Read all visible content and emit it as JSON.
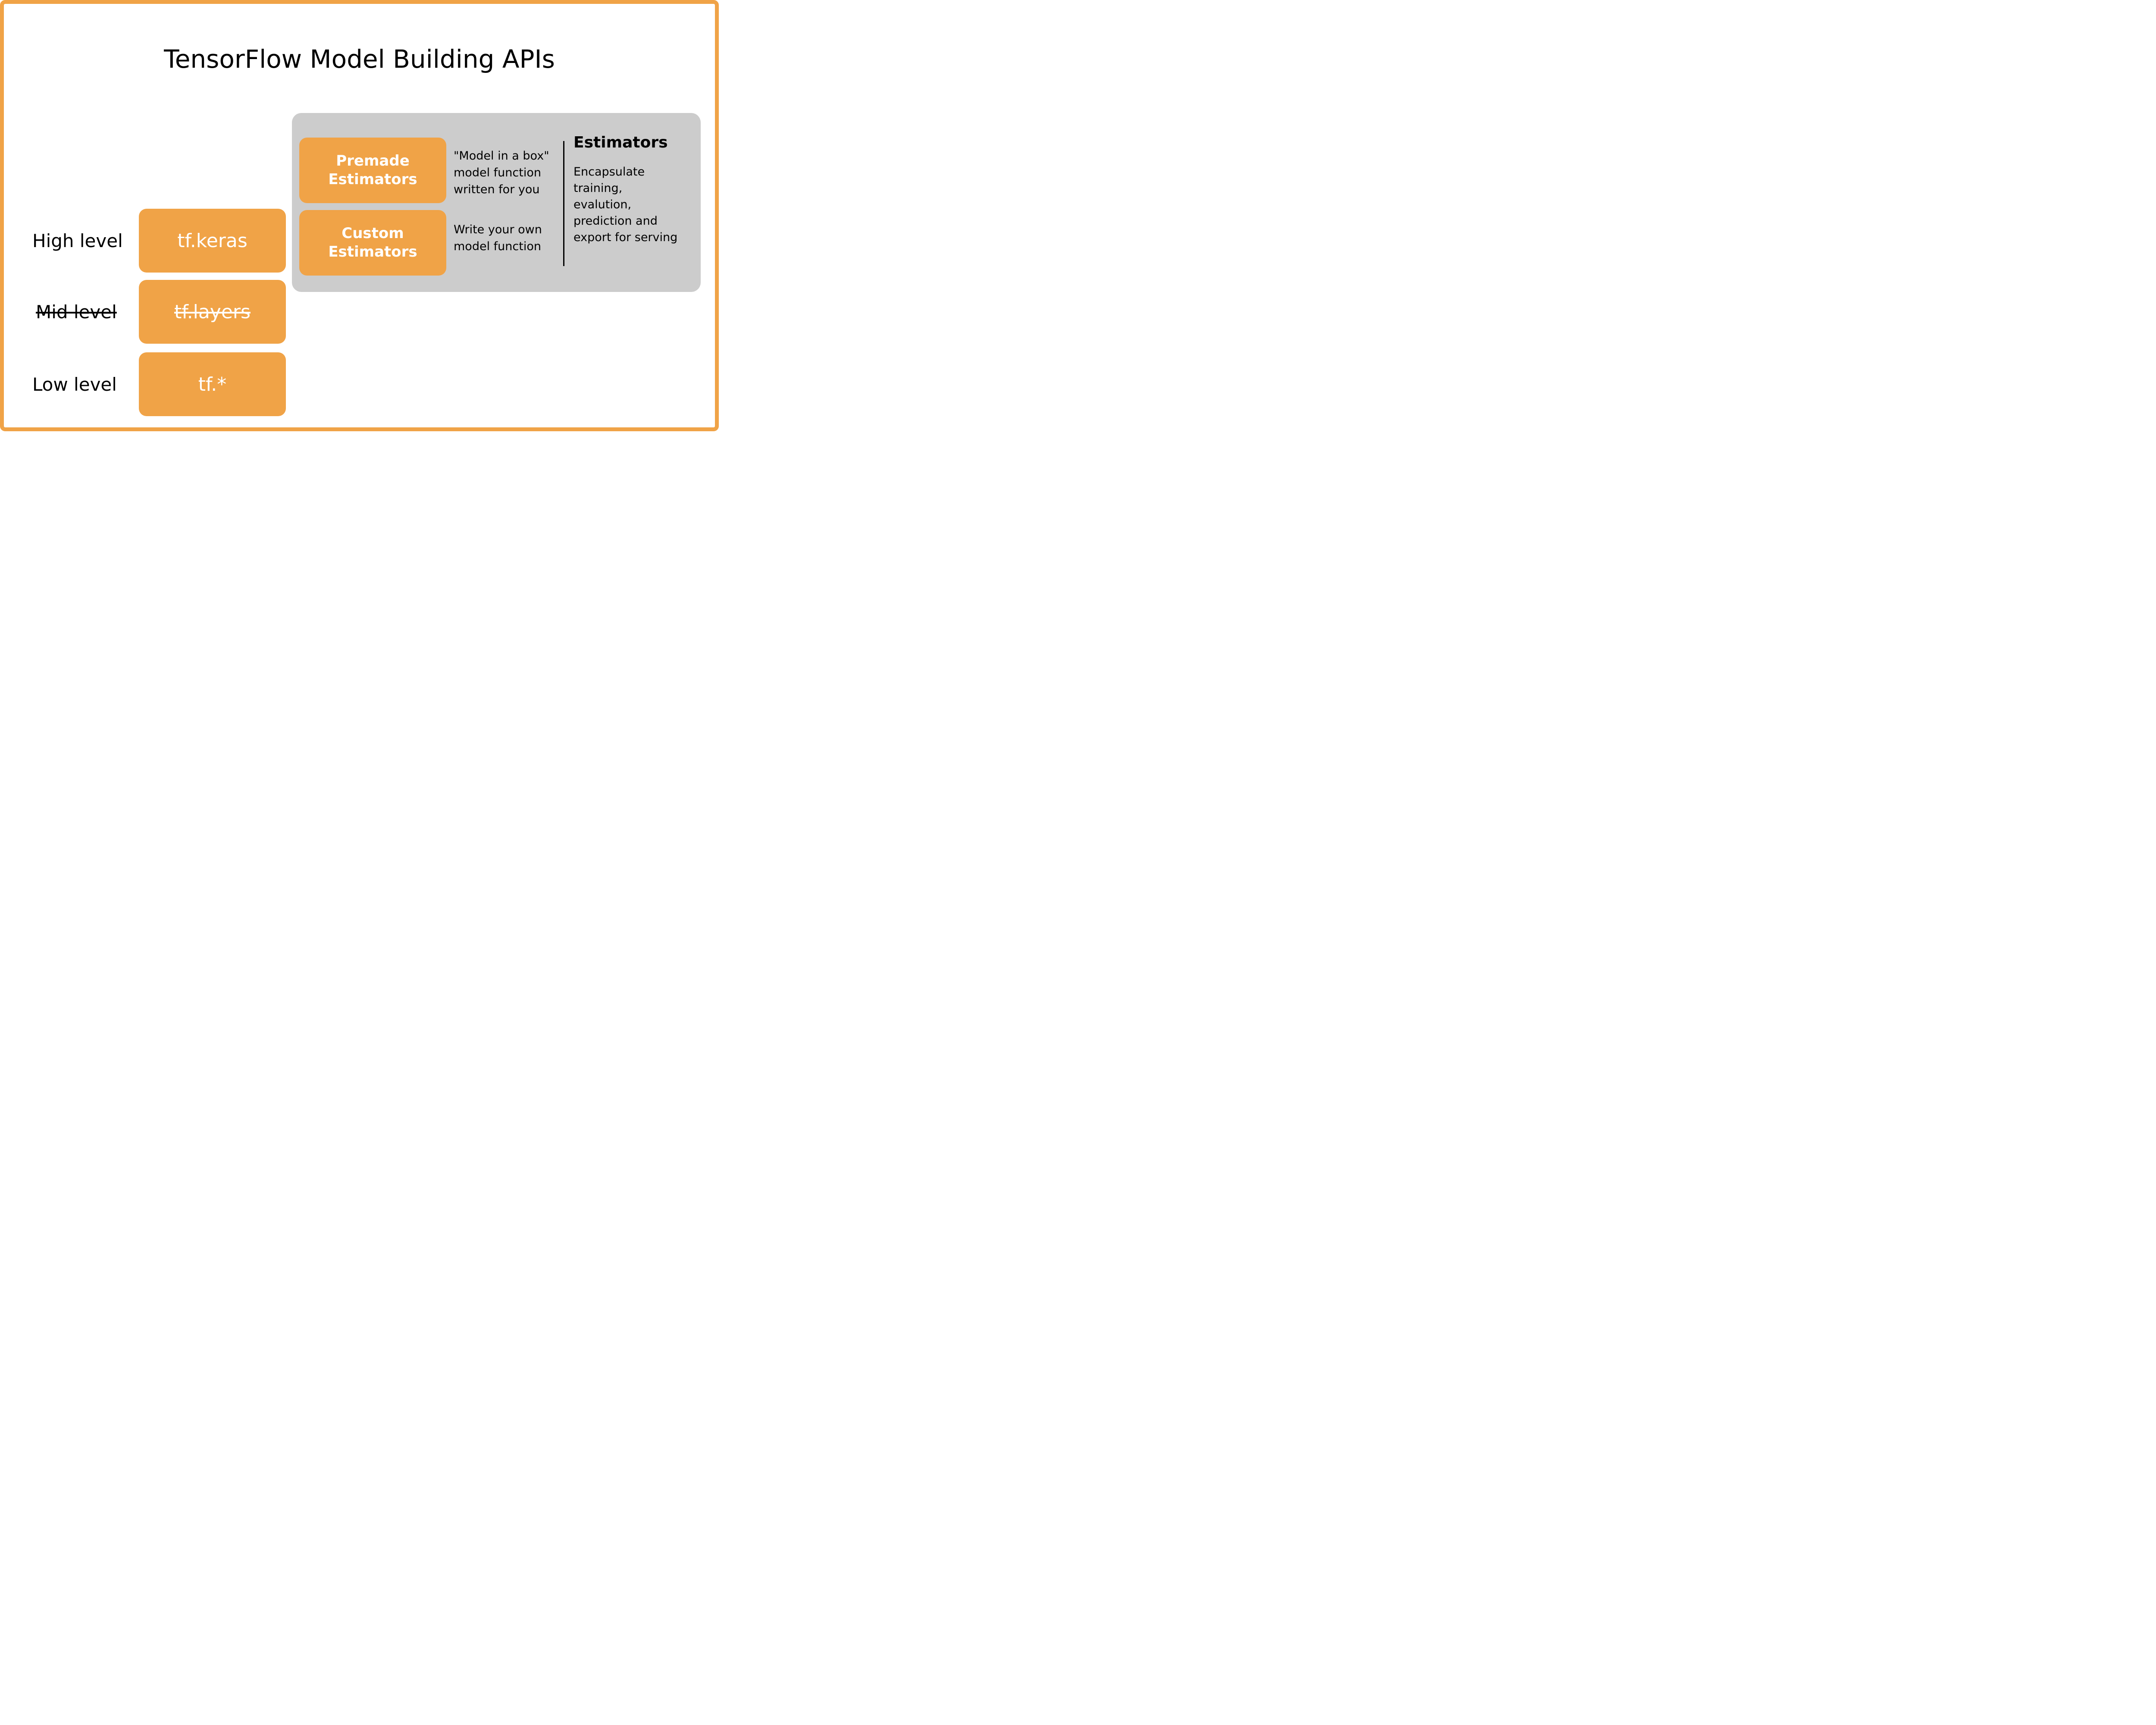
{
  "title": "TensorFlow Model Building APIs",
  "colors": {
    "accent_orange": "#F0A347",
    "panel_gray": "#CCCCCC",
    "text_black": "#000000",
    "box_text_white": "#FFFFFF"
  },
  "levels": [
    {
      "label": "High level",
      "api": "tf.keras",
      "deprecated": false
    },
    {
      "label": "Mid level",
      "api": "tf.layers",
      "deprecated": true
    },
    {
      "label": "Low level",
      "api": "tf.*",
      "deprecated": false
    }
  ],
  "estimators_panel": {
    "heading": "Estimators",
    "summary_lines": [
      "Encapsulate",
      "training,",
      "evalution,",
      "prediction and",
      "export for serving"
    ],
    "premade": {
      "label_lines": [
        "Premade",
        "Estimators"
      ],
      "description_lines": [
        "\"Model in a box\"",
        "model function",
        "written for you"
      ]
    },
    "custom": {
      "label_lines": [
        "Custom",
        "Estimators"
      ],
      "description_lines": [
        "Write your own",
        "model function"
      ]
    }
  }
}
